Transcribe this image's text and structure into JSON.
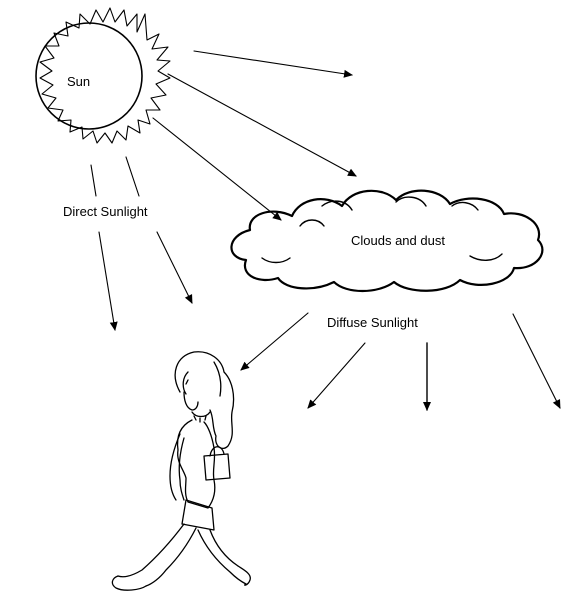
{
  "diagram": {
    "sun_label": "Sun",
    "direct_label": "Direct Sunlight",
    "cloud_label": "Clouds and dust",
    "diffuse_label": "Diffuse Sunlight"
  },
  "colors": {
    "ink": "#000000",
    "background": "#ffffff"
  }
}
